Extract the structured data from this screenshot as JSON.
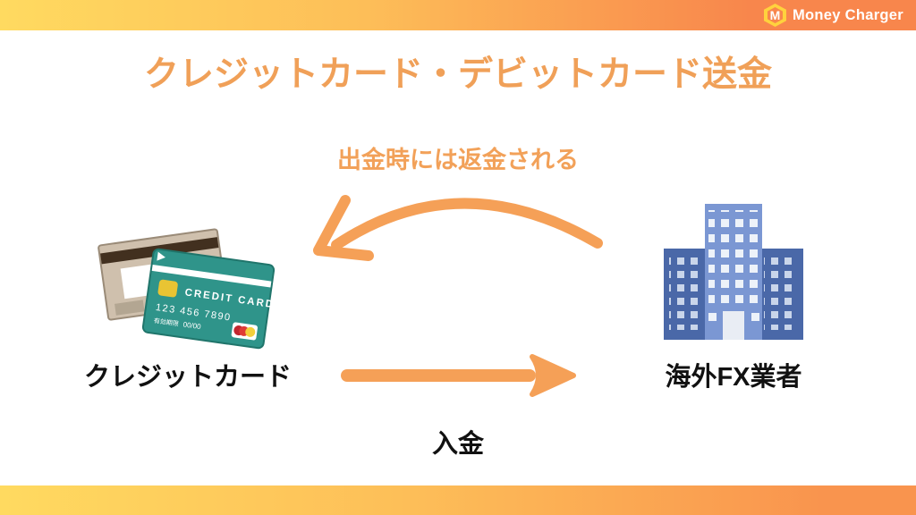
{
  "brand": {
    "name": "Money Charger",
    "monogram": "M"
  },
  "title": "クレジットカード・デビットカード送金",
  "flow": {
    "return_label": "出金時には返金される",
    "deposit_label": "入金",
    "sender_label": "クレジットカード",
    "receiver_label": "海外FX業者"
  },
  "credit_card": {
    "brand_text": "CREDIT CARD",
    "number": "123 456 7890",
    "expiry_label": "有効期限",
    "expiry_value": "00/00"
  },
  "colors": {
    "accent_orange": "#F2A159",
    "arrow_orange": "#F5A057",
    "gradient_yellow": "#FFDA60",
    "gradient_orange": "#F8864C",
    "card_teal": "#2F948A",
    "card_back_beige": "#CFC0AD",
    "building_light_blue": "#7B97D3",
    "building_dark_blue": "#4A68A8",
    "text_black": "#111111"
  }
}
